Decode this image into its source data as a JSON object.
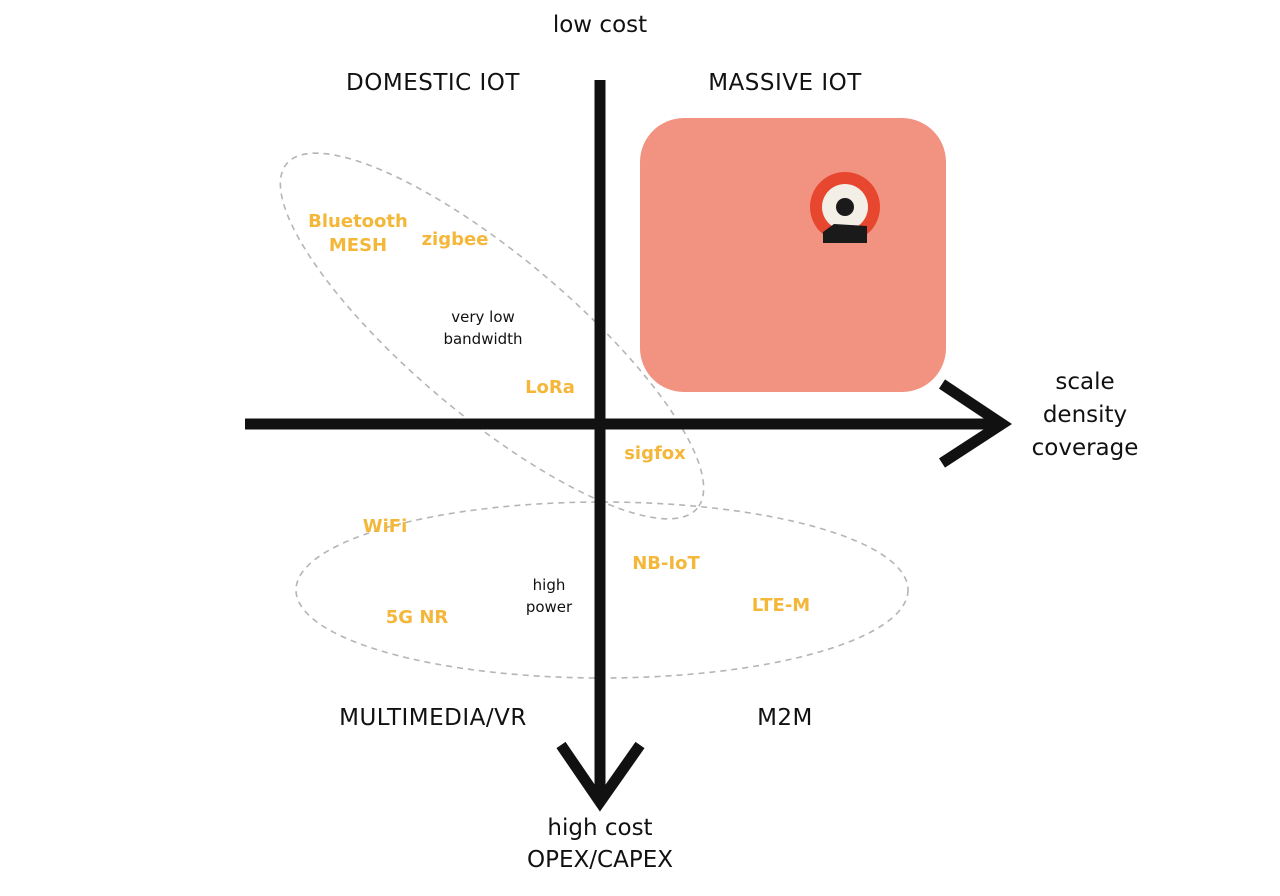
{
  "axes": {
    "top": "low cost",
    "bottom": [
      "high cost",
      "OPEX/CAPEX"
    ],
    "right": [
      "scale",
      "density",
      "coverage"
    ]
  },
  "quadrants": {
    "top_left": "DOMESTIC IOT",
    "top_right": "MASSIVE IOT",
    "bottom_left": "MULTIMEDIA/VR",
    "bottom_right": "M2M"
  },
  "technologies": {
    "bluetooth_mesh": [
      "Bluetooth",
      "MESH"
    ],
    "zigbee": "zigbee",
    "lora": "LoRa",
    "sigfox": "sigfox",
    "wifi": "WiFi",
    "nb_iot": "NB-IoT",
    "lte_m": "LTE-M",
    "nr_5g": "5G NR"
  },
  "groups": {
    "low_bandwidth": [
      "very low",
      "bandwidth"
    ],
    "high_power": [
      "high",
      "power"
    ]
  },
  "colors": {
    "axis": "#111111",
    "technology_text": "#f4b73a",
    "highlight_box": "#f29382",
    "logo_ring": "#e8472f",
    "ellipse_stroke": "#b5b5b5"
  },
  "icons": {
    "logo": "brand-logo-icon"
  }
}
